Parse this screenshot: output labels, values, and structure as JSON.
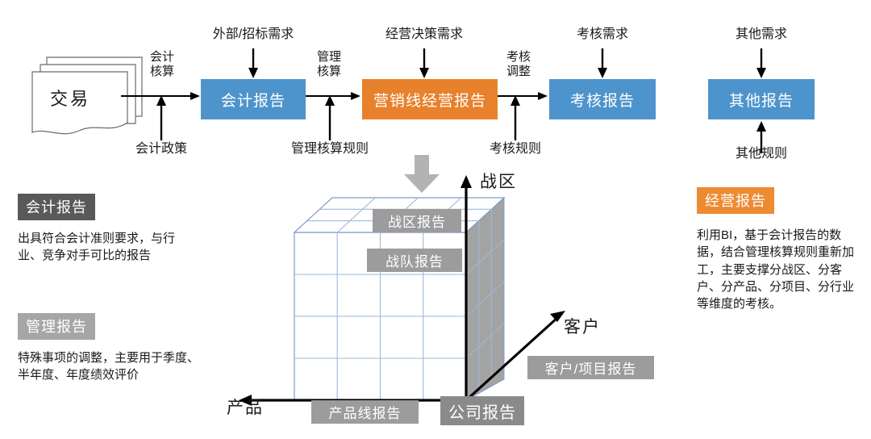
{
  "flow": {
    "source": {
      "label": "交易"
    },
    "boxes": [
      {
        "id": "accounting-report",
        "label": "会计报告",
        "color": "#4E94CC"
      },
      {
        "id": "marketing-ops-report",
        "label": "营销线经营报告",
        "color": "#E8812B"
      },
      {
        "id": "assessment-report",
        "label": "考核报告",
        "color": "#4E94CC"
      },
      {
        "id": "other-report",
        "label": "其他报告",
        "color": "#4E94CC"
      }
    ],
    "transitions": [
      {
        "id": "accounting-calc",
        "label_line1": "会计",
        "label_line2": "核算"
      },
      {
        "id": "management-calc",
        "label_line1": "管理",
        "label_line2": "核算"
      },
      {
        "id": "assessment-adjust",
        "label_line1": "考核",
        "label_line2": "调整"
      }
    ],
    "top_inputs": [
      {
        "id": "external-bid-demand",
        "label": "外部/招标需求"
      },
      {
        "id": "operating-decision-demand",
        "label": "经营决策需求"
      },
      {
        "id": "assessment-demand",
        "label": "考核需求"
      },
      {
        "id": "other-demand",
        "label": "其他需求"
      }
    ],
    "bottom_inputs": [
      {
        "id": "accounting-policy",
        "label": "会计政策"
      },
      {
        "id": "management-calc-rule",
        "label": "管理核算规则"
      },
      {
        "id": "assessment-rule",
        "label": "考核规则"
      },
      {
        "id": "other-rule",
        "label": "其他规则"
      }
    ]
  },
  "panels": {
    "left": [
      {
        "id": "accounting-report-panel",
        "header": "会计报告",
        "header_color": "#595959",
        "body": "出具符合会计准则要求，与行业、竞争对手可比的报告"
      },
      {
        "id": "management-report-panel",
        "header": "管理报告",
        "header_color": "#A6A6A6",
        "body": "特殊事项的调整，主要用于季度、半年度、年度绩效评价"
      }
    ],
    "right": [
      {
        "id": "operating-report-panel",
        "header": "经营报告",
        "header_color": "#ED8B33",
        "body": "利用BI，基于会计报告的数据，结合管理核算规则重新加工，主要支撑分战区、分客户、分产品、分项目、分行业等维度的考核。"
      }
    ]
  },
  "cube": {
    "axes": [
      {
        "id": "axis-zone",
        "label": "战区"
      },
      {
        "id": "axis-customer",
        "label": "客户"
      },
      {
        "id": "axis-product",
        "label": "产品"
      }
    ],
    "tags": [
      {
        "id": "zone-report",
        "label": "战区报告"
      },
      {
        "id": "team-report",
        "label": "战队报告"
      },
      {
        "id": "customer-project-report",
        "label": "客户/项目报告"
      },
      {
        "id": "product-line-report",
        "label": "产品线报告"
      },
      {
        "id": "company-report",
        "label": "公司报告"
      }
    ],
    "grid": {
      "columns": 4,
      "rows": 4,
      "depth": 3
    }
  },
  "colors": {
    "blue": "#4E94CC",
    "orange": "#E8812B",
    "gray_tag": "#9C9C9C",
    "gray_dark": "#595959",
    "gray_light": "#A6A6A6",
    "cube_side": "#A3A3A3",
    "cube_grid": "#9DB8DA",
    "arrow": "#B0B0B0"
  }
}
